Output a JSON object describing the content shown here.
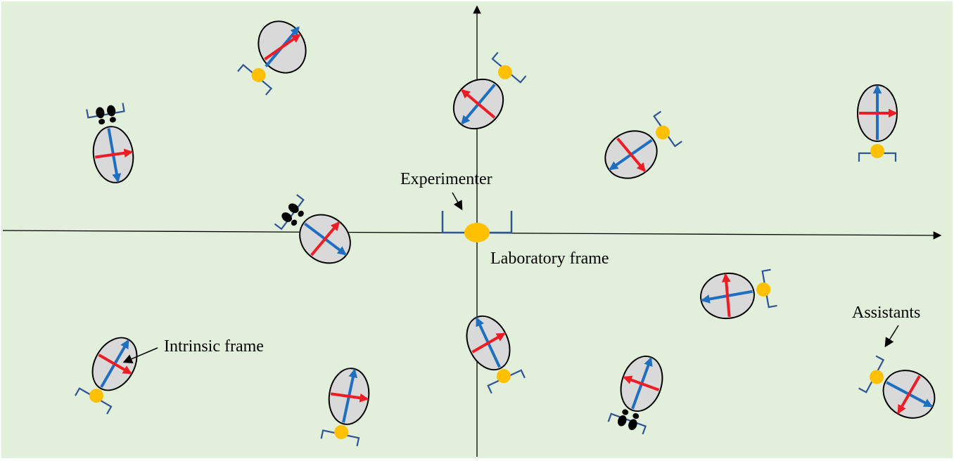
{
  "labels": {
    "experimenter": "Experimenter",
    "laboratory_frame": "Laboratory frame",
    "intrinsic_frame": "Intrinsic frame",
    "assistants": "Assistants"
  },
  "colors": {
    "background": "#e2efda",
    "ellipse_fill": "#d9d9d9",
    "axis_blue": "#1f6fc1",
    "axis_red": "#ee1c25",
    "person_yellow": "#ffc000",
    "bracket_blue": "#2f5597",
    "feet_black": "#000000",
    "axis_line": "#000000"
  },
  "icons": {
    "ellipse": "sample-ellipse-icon",
    "person": "assistant-dot-icon",
    "bracket": "bracket-icon",
    "feet": "footprints-icon",
    "arrow": "arrow-icon"
  }
}
